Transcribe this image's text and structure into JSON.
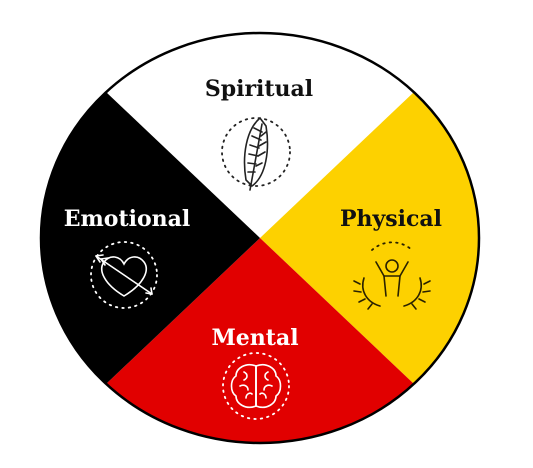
{
  "wheel": {
    "quadrants": [
      {
        "key": "spiritual",
        "label": "Spiritual",
        "color": "#ffffff",
        "text_color": "#111111",
        "icon": "feather-icon"
      },
      {
        "key": "physical",
        "label": "Physical",
        "color": "#fdd100",
        "text_color": "#111111",
        "icon": "person-laurel-icon"
      },
      {
        "key": "mental",
        "label": "Mental",
        "color": "#e10000",
        "text_color": "#ffffff",
        "icon": "brain-icon"
      },
      {
        "key": "emotional",
        "label": "Emotional",
        "color": "#000000",
        "text_color": "#ffffff",
        "icon": "heart-arrow-icon"
      }
    ],
    "outline_color": "#000000"
  }
}
